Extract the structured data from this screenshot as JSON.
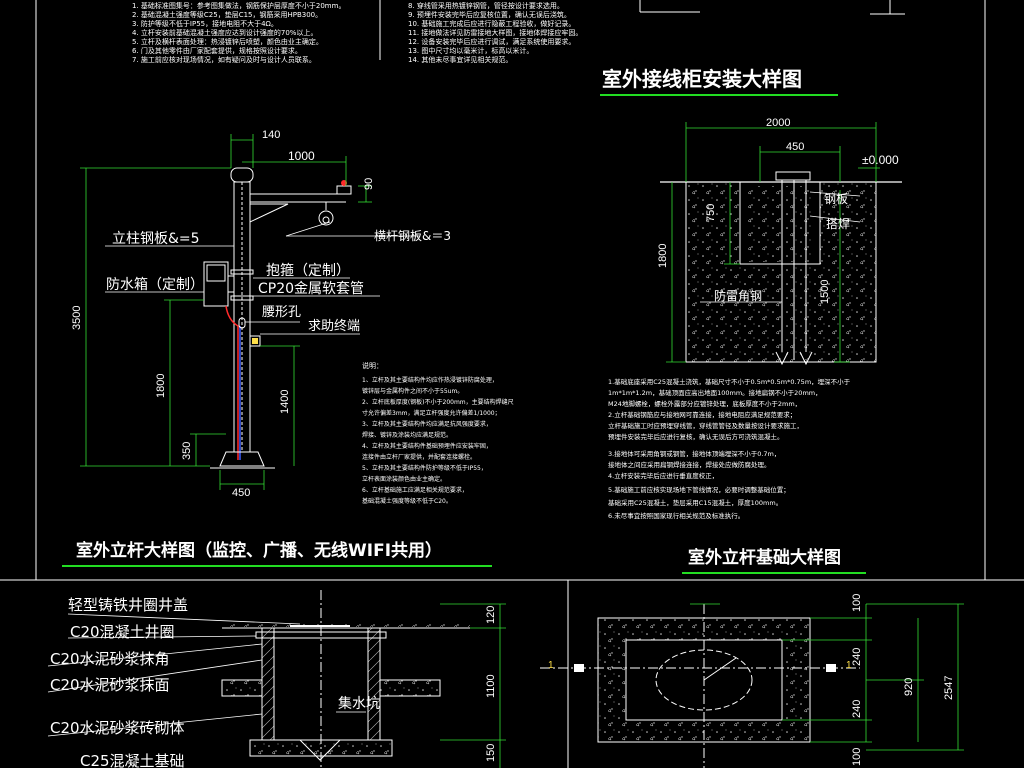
{
  "colors": {
    "background": "#000000",
    "line": "#ffffff",
    "title_underline": "#22dd22",
    "dimension": "#33dd33",
    "accent_red": "#ff2a2a",
    "accent_blue": "#3a5cff",
    "accent_yellow": "#ffe04a",
    "hatch": "#cccccc"
  },
  "titles": {
    "cabinet_install": "室外接线柜安装大样图",
    "pole_detail": "室外立杆大样图（监控、广播、无线WIFI共用）",
    "pole_foundation": "室外立杆基础大样图"
  },
  "pole": {
    "labels": {
      "column_plate": "立柱钢板&=5",
      "crossarm_plate": "横杆钢板&＝3",
      "waterproof_box": "防水箱（定制）",
      "hoop": "抱箍（定制）",
      "conduit": "CP20金属软套管",
      "slot": "腰形孔",
      "help_terminal": "求助终端"
    },
    "dims": {
      "cap_width": "140",
      "arm_length": "1000",
      "arm_height": "90",
      "total_height": "3500",
      "box_height": "1800",
      "terminal_height": "1400",
      "base_height": "350",
      "base_width": "450"
    },
    "notes_title": "说明：",
    "notes": [
      "1、立杆及其主要结构件均应作热浸镀锌防腐处理，",
      "镀锌层与金属构件之间不小于55um。",
      "2、立杆底板厚度(钢板)不小于200mm，主要结构焊缝尺",
      "寸允许偏差3mm，满足立杆强度允许偏差1/1000；",
      "3、立杆及其主要结构件均应满足抗风强度要求，",
      "焊接、镀锌及涂装均应满足规范。",
      "4、立杆及其主要结构件基础预埋件应安装牢固，",
      "连接件由立杆厂家提供，并配套连接螺栓。",
      "5、立杆及其主要结构件防护等级不低于IP55，",
      "立杆表面涂装颜色由业主确定。",
      "6、立杆基础施工应满足相关规范要求，",
      "基础混凝土强度等级不低于C20。"
    ]
  },
  "cabinet": {
    "dims": {
      "width": "2000",
      "inner_width": "450",
      "level": "±0.000",
      "top_depth": "750",
      "total_depth": "1800",
      "anchor_depth": "1500"
    },
    "labels": {
      "steel_plate": "钢板",
      "weld": "搭焊",
      "angle_steel": "防雷角钢"
    },
    "notes": [
      "1.基础底座采用C25混凝土浇筑，基础尺寸不小于0.5m*0.5m*0.75m，埋深不小于",
      "1m*1m*1.2m，基础顶面应高出地面100mm。接地扁钢不小于20mm，",
      "M24地脚螺栓，螺栓外露部分应镀锌处理，底板厚度不小于2mm，",
      "2.立杆基础钢筋应与接地网可靠连接，接地电阻应满足规范要求；",
      "立杆基础施工时应预埋穿线管，穿线管管径及数量按设计要求施工，",
      "预埋件安装完毕后应进行复核，确认无误后方可浇筑混凝土。",
      "3.接地体可采用角钢或钢管，接地体顶端埋深不小于0.7m，",
      "接地体之间应采用扁钢焊接连接，焊接处应做防腐处理。",
      "4.立杆安装完毕后应进行垂直度校正，",
      "5.基础施工前应核实现场地下管线情况，必要时调整基础位置；",
      "基础采用C25混凝土，垫层采用C15混凝土，厚度100mm。",
      "6.未尽事宜按照国家现行相关规范及标准执行。"
    ]
  },
  "well": {
    "labels": {
      "cover": "轻型铸铁井圈井盖",
      "ring": "C20混凝土井圈",
      "fillet": "C20水泥砂浆抹角",
      "plaster": "C20水泥砂浆抹面",
      "masonry": "C20水泥砂浆砖砌体",
      "base": "C25混凝土基础",
      "sump": "集水坑"
    },
    "dims": {
      "top": "120",
      "depth": "1100",
      "bottom": "150"
    }
  },
  "foundation": {
    "dims": {
      "top": "100",
      "d1": "240",
      "center": "920",
      "d2": "240",
      "bottom": "100",
      "total": "2547"
    },
    "section_mark": "1"
  },
  "top_notes_left": [
    "1. 基础标准图集号：参考图集做法，钢筋保护层厚度不小于20mm。",
    "2. 基础混凝土强度等级C25，垫层C15，钢筋采用HPB300。",
    "3. 防护等级不低于IP55，接地电阻不大于4Ω。",
    "4. 立杆安装前基础混凝土强度应达到设计强度的70%以上。",
    "5. 立杆及横杆表面处理：热浸镀锌后喷塑，颜色由业主确定。",
    "6. 门及其他零件由厂家配套提供，规格按照设计要求。",
    "7. 施工前应核对现场情况，如有疑问及时与设计人员联系。"
  ],
  "top_notes_right": [
    "8. 穿线管采用热镀锌钢管，管径按设计要求选用。",
    "9. 预埋件安装完毕后应复核位置，确认无误后浇筑。",
    "10. 基础施工完成后应进行隐蔽工程验收，做好记录。",
    "11. 接地做法详见防雷接地大样图，接地体焊接应牢固。",
    "12. 设备安装完毕后应进行调试，满足系统使用要求。",
    "13. 图中尺寸均以毫米计，标高以米计。",
    "14. 其他未尽事宜详见相关规范。"
  ]
}
